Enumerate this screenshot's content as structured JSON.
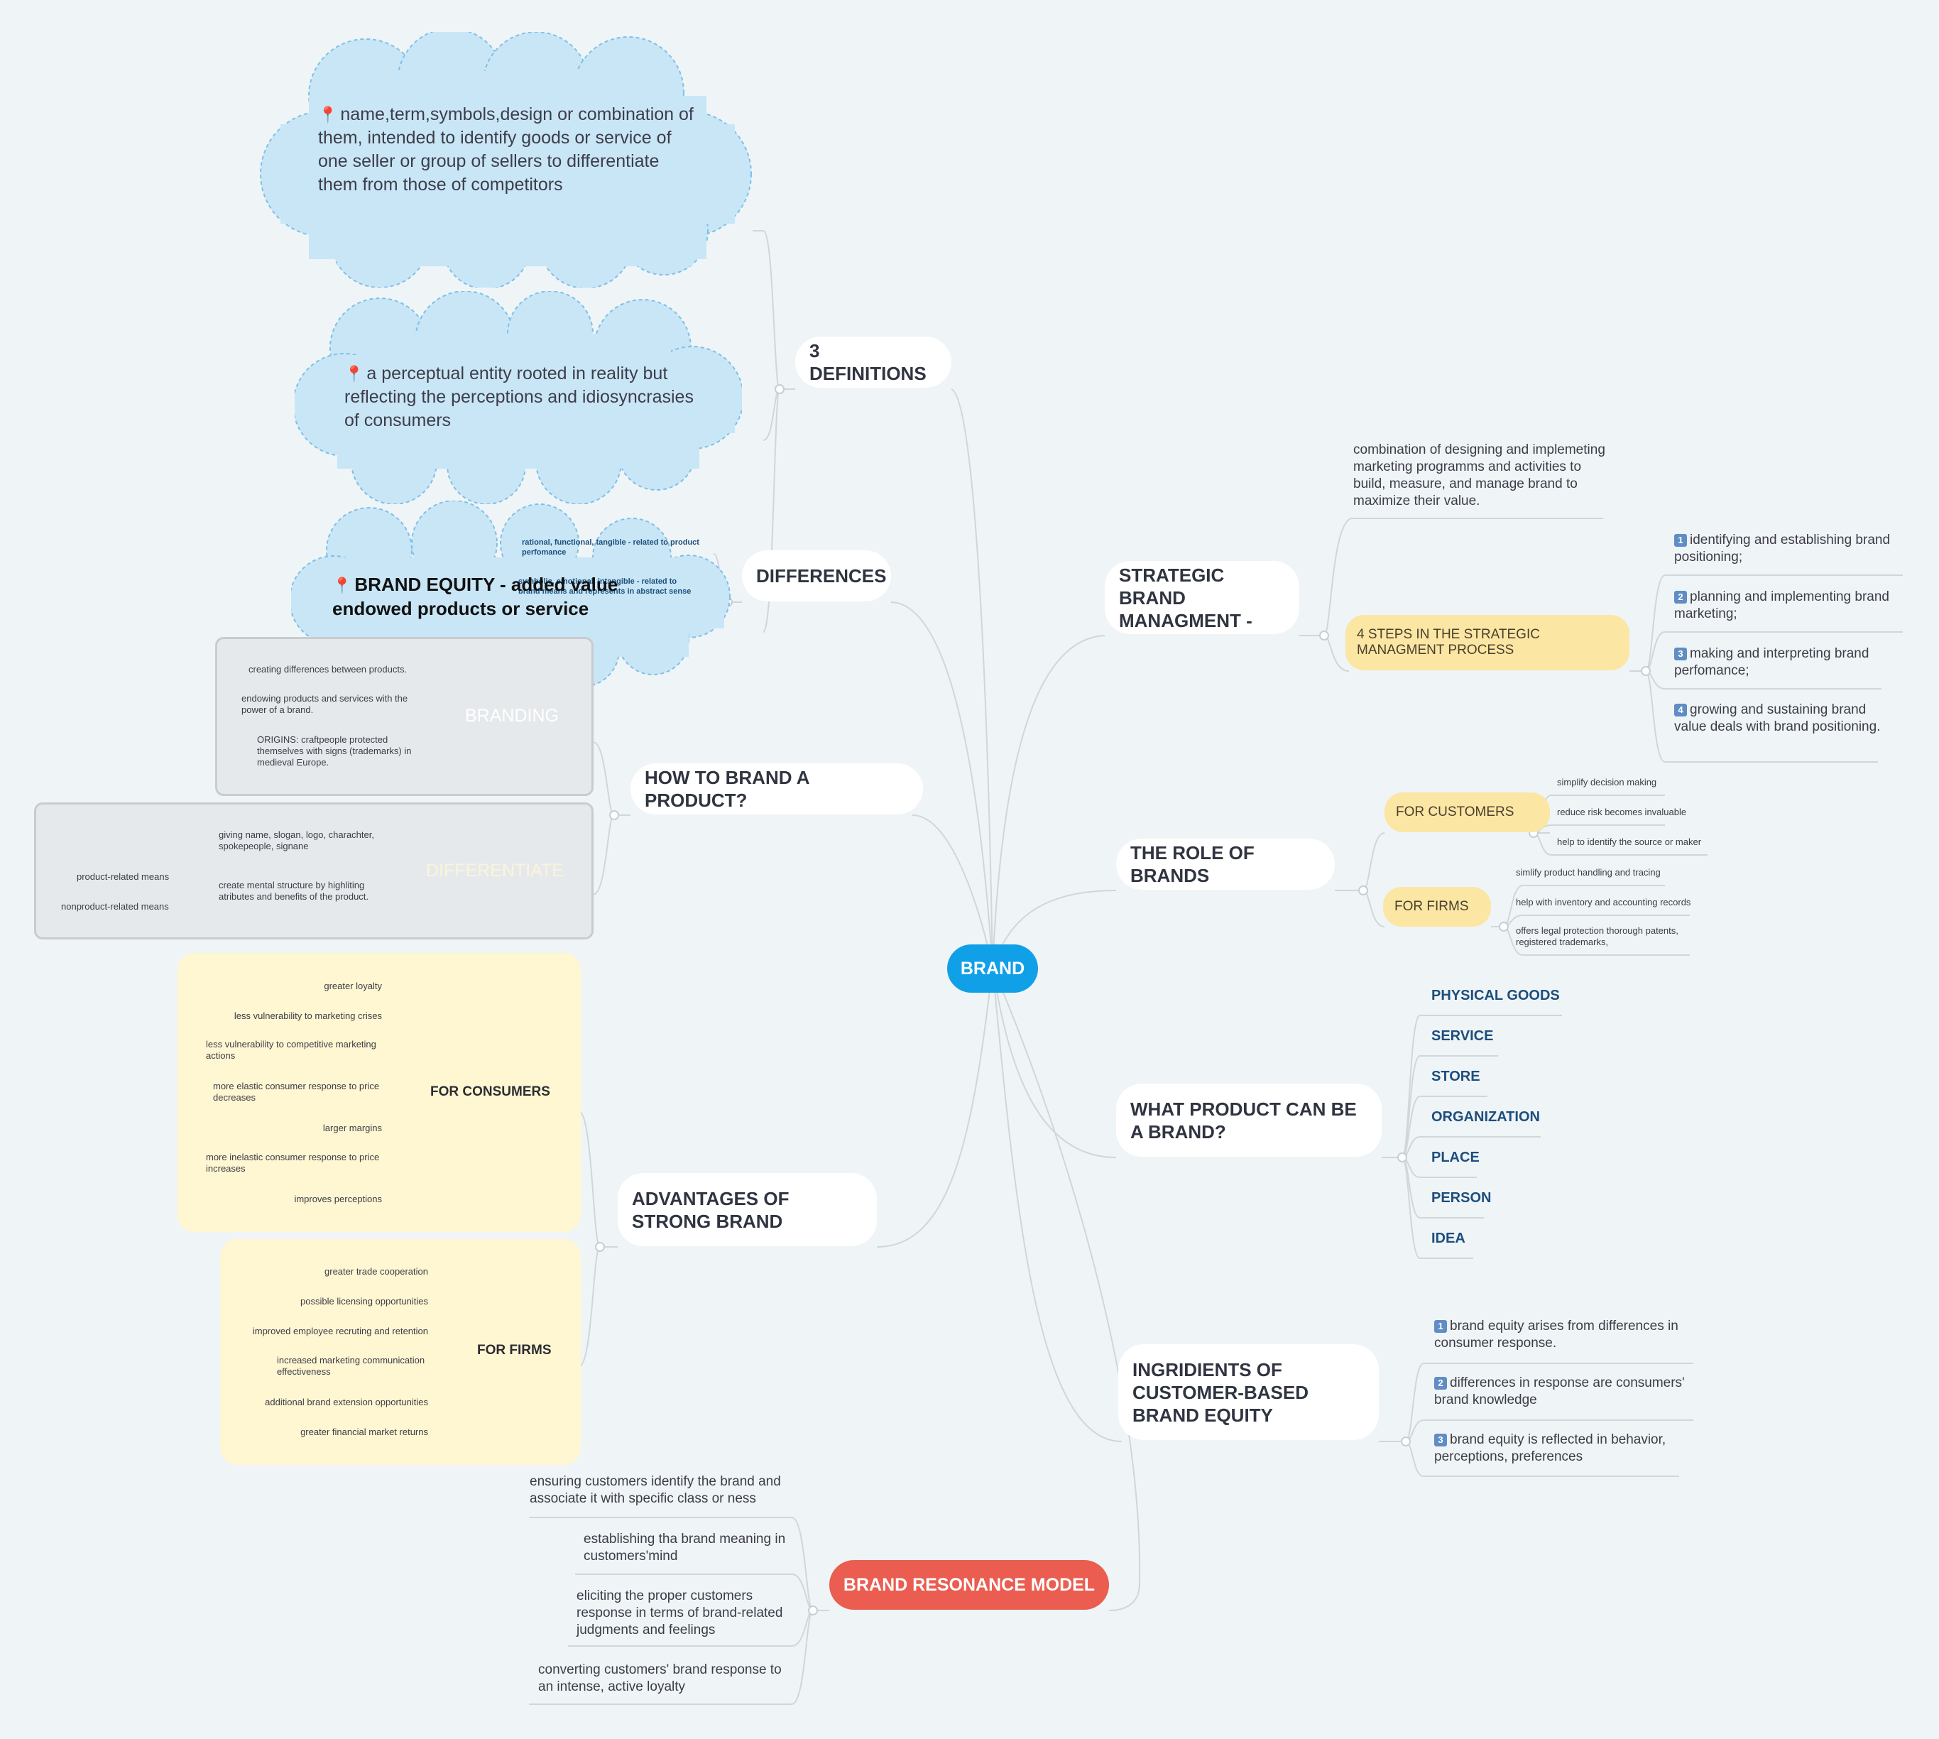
{
  "center": {
    "label": "BRAND"
  },
  "definitions": {
    "label": "3 DEFINITIONS",
    "pin_icon": "pin-icon",
    "items": [
      "name,term,symbols,design or combination of them, intended to identify goods or service of one seller or group of sellers to differentiate them from those of competitors",
      "a perceptual entity rooted in reality but reflecting the perceptions and idiosyncrasies of consumers",
      "BRAND EQUITY - added value endowed products or service"
    ]
  },
  "differences": {
    "label": "DIFFERENCES",
    "items": [
      "rational, functional, tangible - related to product perfomance",
      "symbolic, emotional, intangible - related to brand means and represents in abstract sense"
    ]
  },
  "how_to_brand": {
    "label": "HOW  TO BRAND A PRODUCT?",
    "branding": {
      "label": "BRANDING",
      "items": [
        "creating differences between products.",
        "endowing products and services with the power of a brand.",
        "ORIGINS: craftpeople protected themselves with signs (trademarks) in medieval Europe."
      ]
    },
    "differentiate": {
      "label": "DIFFERENTIATE",
      "items": [
        "giving name, slogan, logo, charachter, spokepeople, signane",
        "create mental structure by highliting atributes and benefits of the product."
      ],
      "means": [
        "product-related means",
        "nonproduct-related means"
      ]
    }
  },
  "advantages": {
    "label": "ADVANTAGES OF STRONG BRAND",
    "consumers": {
      "label": "FOR CONSUMERS",
      "items": [
        "greater loyalty",
        "less vulnerability to marketing crises",
        "less vulnerability to competitive marketing actions",
        "more elastic consumer response to price decreases",
        "larger margins",
        "more inelastic consumer response to price increases",
        "improves perceptions"
      ]
    },
    "firms": {
      "label": "FOR FIRMS",
      "items": [
        "greater trade cooperation",
        "possible licensing opportunities",
        "improved employee recruting and retention",
        "increased marketing communication effectiveness",
        "additional brand extension opportunities",
        "greater financial market returns"
      ]
    }
  },
  "resonance": {
    "label": "BRAND RESONANCE MODEL",
    "items": [
      "ensuring customers identify the brand and associate it with specific class or ness",
      "establishing tha brand meaning in customers'mind",
      "eliciting the proper customers response in terms of brand-related judgments and feelings",
      "converting customers' brand response to an intense, active loyalty"
    ]
  },
  "strategic": {
    "label": "STRATEGIC BRAND MANAGMENT -",
    "description": "combination of  designing and implemeting marketing programms and activities to build, measure, and manage brand to maximize their value.",
    "steps_label": "4 STEPS IN THE STRATEGIC MANAGMENT PROCESS",
    "steps": [
      {
        "num": "1",
        "text": "identifying and establishing brand positioning;"
      },
      {
        "num": "2",
        "text": "planning and implementing brand marketing;"
      },
      {
        "num": "3",
        "text": "making and interpreting brand perfomance;"
      },
      {
        "num": "4",
        "text": "growing and sustaining brand value deals with brand positioning."
      }
    ]
  },
  "role": {
    "label": "THE ROLE OF BRANDS",
    "customers": {
      "label": "FOR CUSTOMERS",
      "items": [
        "simplify decision making",
        "reduce risk becomes invaluable",
        "help to identify the source or maker"
      ]
    },
    "firms": {
      "label": "FOR FIRMS",
      "items": [
        "simlify product handling and tracing",
        "help with inventory and accounting records",
        "offers legal protection thorough patents, registered trademarks,"
      ]
    }
  },
  "product": {
    "label": "WHAT PRODUCT CAN BE A BRAND?",
    "items": [
      "PHYSICAL GOODS",
      "SERVICE",
      "STORE",
      "ORGANIZATION",
      "PLACE",
      "PERSON",
      "IDEA"
    ]
  },
  "ingredients": {
    "label": "INGRIDIENTS OF CUSTOMER-BASED BRAND EQUITY",
    "items": [
      {
        "num": "1",
        "text": "brand equity arises from differences in consumer response."
      },
      {
        "num": "2",
        "text": "differences in response are consumers' brand knowledge"
      },
      {
        "num": "3",
        "text": "brand equity is reflected in behavior, perceptions, preferences"
      }
    ]
  },
  "colors": {
    "background": "#eff4f7",
    "center": "#10a0e8",
    "resonance": "#ea5d50",
    "cloud": "#c9e6f6",
    "pill": "#fbe6a4",
    "yellow_box": "#fff6d2",
    "grey_box": "#e6e9ec",
    "link_text": "#1d4e7c"
  }
}
